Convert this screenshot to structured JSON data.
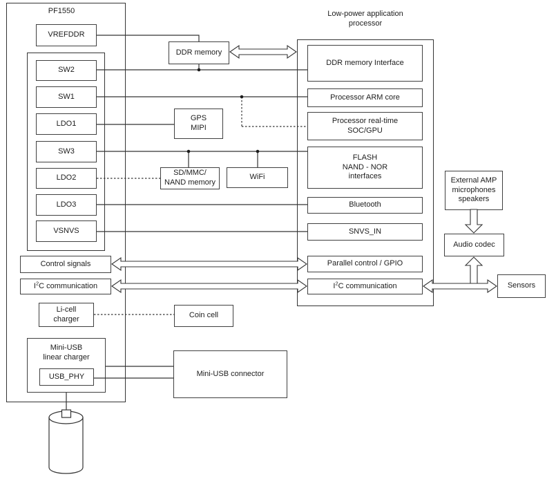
{
  "colors": {
    "background": "#ffffff",
    "line": "#333333",
    "box_border": "#3f3f3f",
    "text": "#1c1c1c"
  },
  "pf1550": {
    "title": "PF1550",
    "vrefddr": "VREFDDR",
    "regulators": [
      "SW2",
      "SW1",
      "LDO1",
      "SW3",
      "LDO2",
      "LDO3",
      "VSNVS"
    ],
    "control_signals": "Control signals",
    "i2c": {
      "pre": "I",
      "sup": "2",
      "post": "C communication"
    },
    "li_cell_charger": "Li-cell\ncharger",
    "mini_usb_charger": "Mini-USB\nlinear charger",
    "usb_phy": "USB_PHY"
  },
  "peripherals": {
    "ddr_memory": "DDR memory",
    "gps_mipi": "GPS\nMIPI",
    "sd_mmc": "SD/MMC/\nNAND memory",
    "wifi": "WiFi",
    "coin_cell": "Coin cell",
    "mini_usb_connector": "Mini-USB connector"
  },
  "processor": {
    "title": "Low-power application\nprocessor",
    "ddr_interface": "DDR memory Interface",
    "arm_core": "Processor ARM core",
    "realtime_soc": "Processor real-time\nSOC/GPU",
    "flash": "FLASH\nNAND - NOR\ninterfaces",
    "bluetooth": "Bluetooth",
    "snvs_in": "SNVS_IN",
    "parallel_gpio": "Parallel control / GPIO",
    "i2c": {
      "pre": "I",
      "sup": "2",
      "post": "C communication"
    }
  },
  "audio": {
    "external_amp": "External AMP\nmicrophones\nspeakers",
    "audio_codec": "Audio codec",
    "sensors": "Sensors"
  }
}
